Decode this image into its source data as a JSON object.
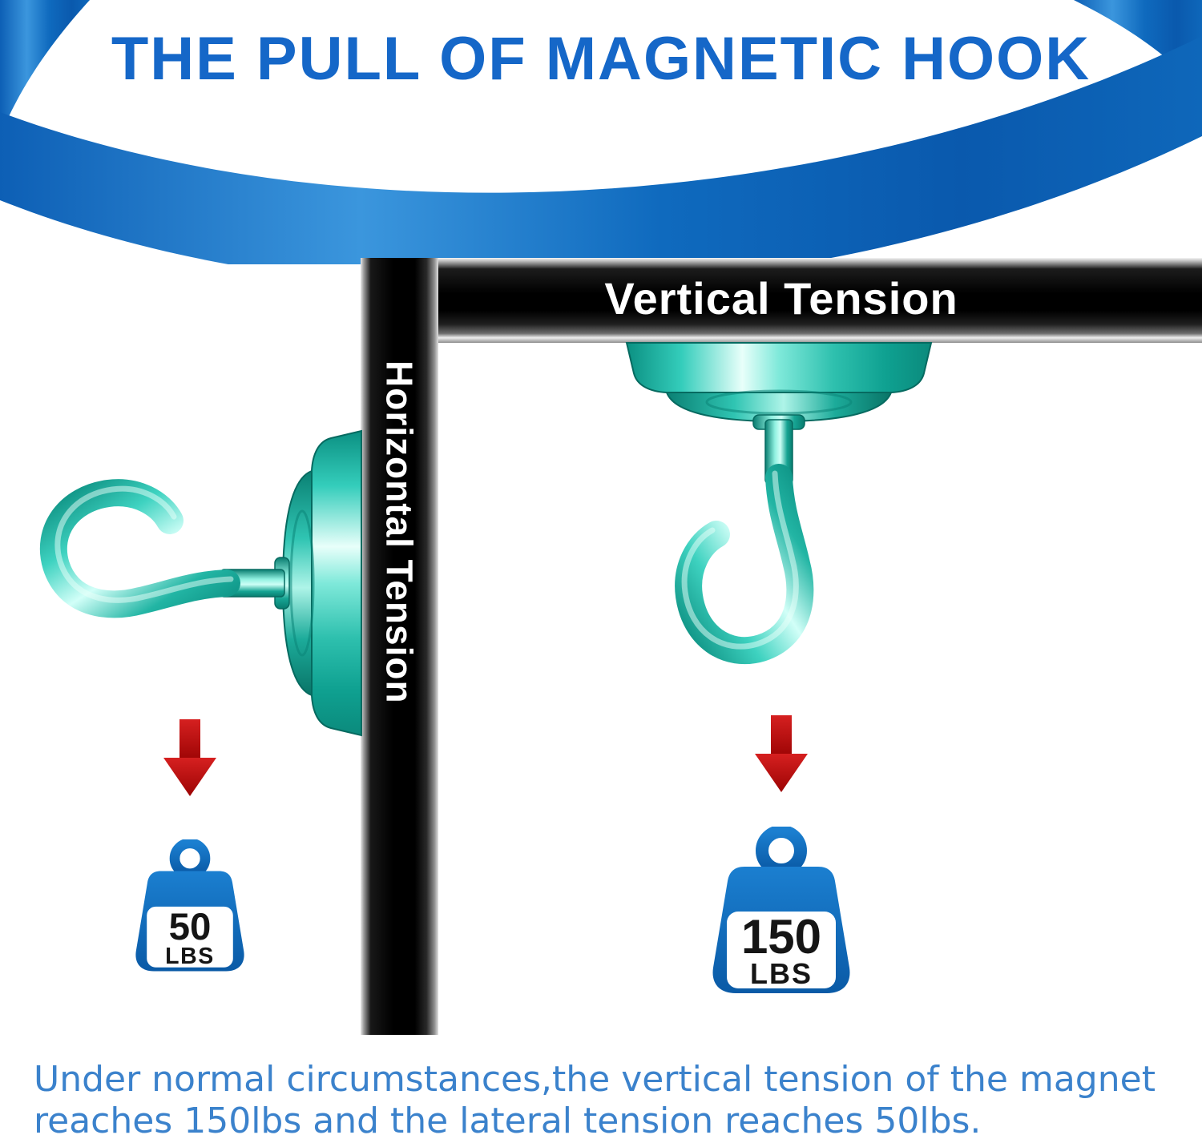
{
  "title": "THE PULL OF MAGNETIC HOOK",
  "bars": {
    "top": {
      "label": "Vertical Tension"
    },
    "side": {
      "label": "Horizontal Tension"
    }
  },
  "weights": {
    "left": {
      "value": "50",
      "unit": "LBS"
    },
    "right": {
      "value": "150",
      "unit": "LBS"
    }
  },
  "caption": {
    "line1": "Under normal circumstances,the vertical tension of the magnet",
    "line2": "reaches 150lbs and the lateral tension reaches 50lbs."
  },
  "icons": {
    "left_arrow": "red-down-arrow-icon",
    "right_arrow": "red-down-arrow-icon",
    "left_hook": "magnetic-hook-side-icon",
    "right_hook": "magnetic-hook-hanging-icon",
    "weight": "kettlebell-weight-icon"
  },
  "colors": {
    "title_blue": "#1567c8",
    "band_blue": "#0d64b8",
    "caption_blue": "#3b82cc",
    "hook_teal": "#1fc3b0",
    "arrow_red": "#c40d0d",
    "weight_blue": "#0e6bbd",
    "bar_black": "#000000"
  }
}
